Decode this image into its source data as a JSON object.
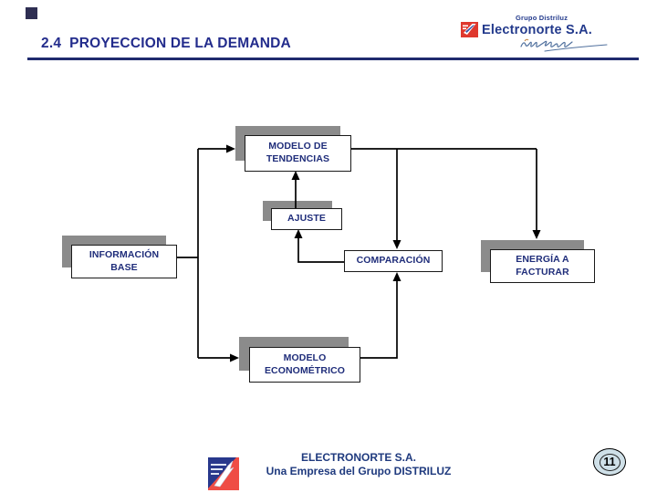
{
  "slide": {
    "title": "2.4  PROYECCION DE LA DEMANDA",
    "page_number": "11"
  },
  "header": {
    "group_label": "Grupo Distriluz",
    "company_label": "Electronorte S.A."
  },
  "flowchart": {
    "nodes": [
      {
        "id": "modelo-tendencias",
        "label": "MODELO DE\nTENDENCIAS"
      },
      {
        "id": "ajuste",
        "label": "AJUSTE"
      },
      {
        "id": "informacion-base",
        "label": "INFORMACIÓN\nBASE"
      },
      {
        "id": "comparacion",
        "label": "COMPARACIÓN"
      },
      {
        "id": "energia-a-facturar",
        "label": "ENERGÍA A\nFACTURAR"
      },
      {
        "id": "modelo-econometrico",
        "label": "MODELO\nECONOMÉTRICO"
      }
    ]
  },
  "footer": {
    "company": "ELECTRONORTE S.A.",
    "tagline": "Una Empresa del Grupo DISTRILUZ"
  },
  "colors": {
    "navy_text": "#232c8c",
    "rule_navy": "#1f2a6e",
    "box_text": "#1f2d7a",
    "shadow_gray": "#8b8b8b",
    "connector_black": "#000000",
    "badge_fill": "#cfe0e8",
    "logo_red": "#df382e",
    "logo_blue": "#26३c8d"
  }
}
